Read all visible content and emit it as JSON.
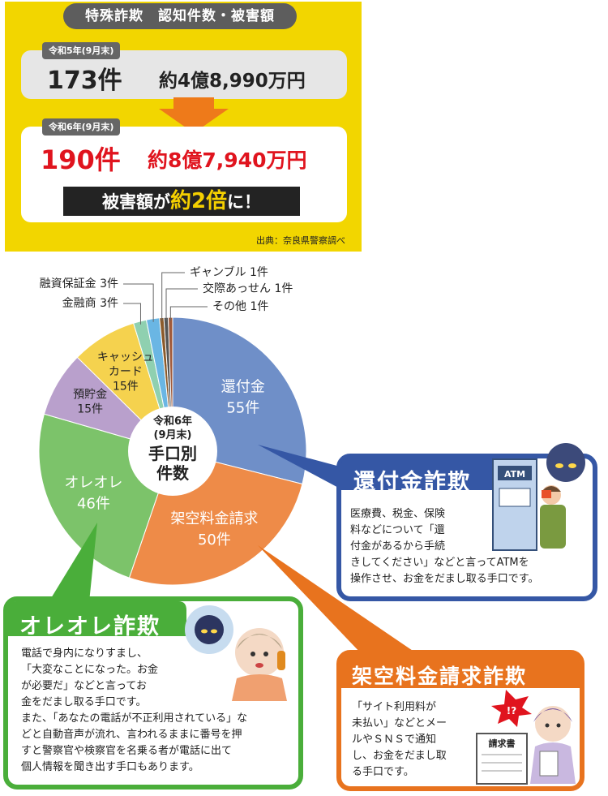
{
  "header": {
    "title": "特殊詐欺　認知件数・被害額"
  },
  "comparison": {
    "prev": {
      "label": "令和5年(9月末)",
      "count": "173件",
      "amount": "約4億8,990万円"
    },
    "curr": {
      "label": "令和6年(9月末)",
      "count": "190件",
      "amount": "約8億7,940万円"
    },
    "banner_a": "被害額が",
    "banner_b": "約2倍",
    "banner_c": "に！",
    "source": "出典：奈良県警察調べ"
  },
  "chart_data": {
    "type": "pie",
    "center_label": [
      "令和6年",
      "(9月末)",
      "手口別",
      "件数"
    ],
    "slices": [
      {
        "name": "還付金",
        "count_label": "55件",
        "value": 55,
        "color": "#6f8fc8"
      },
      {
        "name": "架空料金請求",
        "count_label": "50件",
        "value": 50,
        "color": "#ee8b48"
      },
      {
        "name": "オレオレ",
        "count_label": "46件",
        "value": 46,
        "color": "#7cc36a"
      },
      {
        "name": "預貯金",
        "count_label": "15件",
        "value": 15,
        "color": "#b9a0cc"
      },
      {
        "name": "キャッシュカード",
        "count_label": "15件",
        "value": 15,
        "color": "#f5d24e"
      },
      {
        "name": "金融商",
        "count_label": "3件",
        "value": 3,
        "color": "#8fd0b0"
      },
      {
        "name": "融資保証金",
        "count_label": "3件",
        "value": 3,
        "color": "#6ab6e4"
      },
      {
        "name": "ギャンブル",
        "count_label": "1件",
        "value": 1,
        "color": "#8b5a2b"
      },
      {
        "name": "交際あっせん",
        "count_label": "1件",
        "value": 1,
        "color": "#555555"
      },
      {
        "name": "その他",
        "count_label": "1件",
        "value": 1,
        "color": "#a05a3a"
      }
    ],
    "callouts": {
      "ギャンブル": "ギャンブル 1件",
      "交際あっせん": "交際あっせん 1件",
      "その他": "その他 1件",
      "融資保証金": "融資保証金 3件",
      "金融商": "金融商 3件"
    },
    "inner_labels": {
      "キャッシュカード": [
        "キャッシュ",
        "カード",
        "15件"
      ],
      "預貯金": [
        "預貯金",
        "15件"
      ]
    }
  },
  "bubbles": {
    "kanpu": {
      "title": "還付金詐欺",
      "text": [
        "医療費、税金、保険",
        "料などについて「還",
        "付金があるから手続",
        "きしてください」などと言ってATMを",
        "操作させ、お金をだまし取る手口です。"
      ],
      "atm_label": "ATM",
      "color": "#3557a5"
    },
    "oreore": {
      "title": "オレオレ詐欺",
      "text": [
        "電話で身内になりすまし、",
        "「大変なことになった。お金",
        "が必要だ」などと言ってお",
        "金をだまし取る手口です。",
        "また、「あなたの電話が不正利用されている」な",
        "どと自動音声が流れ、言われるままに番号を押",
        "すと警察官や検察官を名乗る者が電話に出て",
        "個人情報を聞き出す手口もあります。"
      ],
      "color": "#4aae3a"
    },
    "kakuu": {
      "title": "架空料金請求詐欺",
      "text": [
        "「サイト利用料が",
        "未払い」などとメー",
        "ルやＳＮＳで通知",
        "し、お金をだまし取",
        "る手口です。"
      ],
      "invoice_label": "請求書",
      "exclaim": "!?",
      "color": "#e8731e"
    }
  }
}
